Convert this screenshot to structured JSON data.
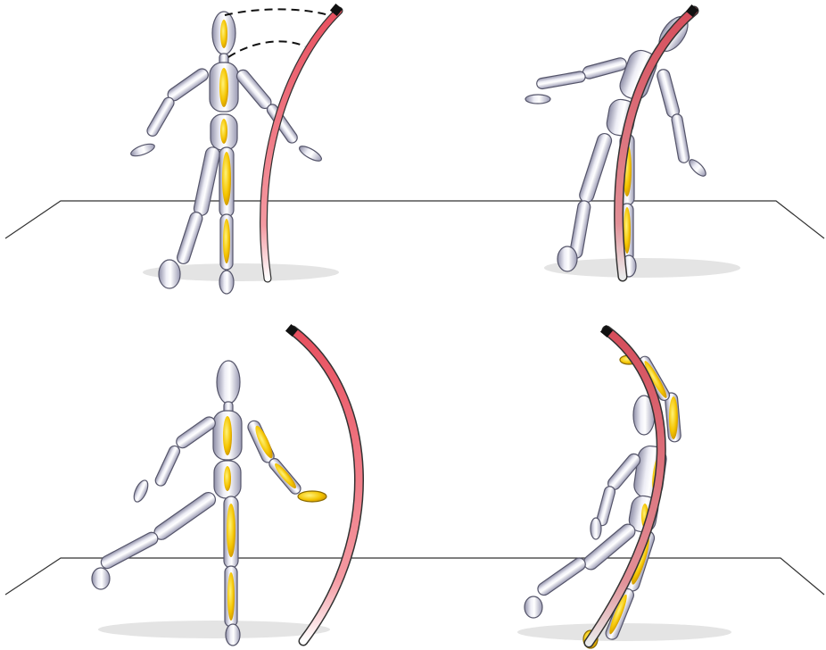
{
  "figure": {
    "panels": [
      {
        "id": "panel-top-left",
        "pose": "standing-arms-out",
        "curve_highlight": "neck-to-feet"
      },
      {
        "id": "panel-top-right",
        "pose": "leaning-aligned-to-curve",
        "curve_highlight": "full-body"
      },
      {
        "id": "panel-bottom-left",
        "pose": "kicking-one-leg",
        "curve_highlight": "arm-segment"
      },
      {
        "id": "panel-bottom-right",
        "pose": "leaning-back-kick",
        "curve_highlight": "full-body"
      }
    ],
    "colors": {
      "mannequin": "#dcdcea",
      "mannequin_shade": "#8f8fa8",
      "bone_highlight": "#f4c400",
      "line_of_action": "#ef6b78",
      "ground_line": "#222222",
      "shadow": "#e2e2e2"
    }
  }
}
